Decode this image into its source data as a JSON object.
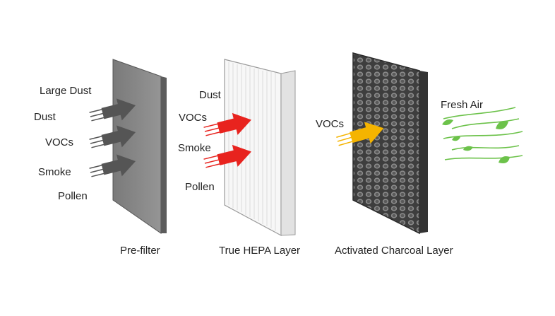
{
  "stages": [
    {
      "caption": "Pre-filter",
      "particles": [
        "Large Dust",
        "Dust",
        "VOCs",
        "Smoke",
        "Pollen"
      ],
      "arrow_color": "#555555"
    },
    {
      "caption": "True HEPA Layer",
      "particles": [
        "Dust",
        "VOCs",
        "Smoke",
        "Pollen"
      ],
      "arrow_color": "#e8231e"
    },
    {
      "caption": "Activated Charcoal Layer",
      "particles": [
        "VOCs"
      ],
      "arrow_color": "#f5b400"
    }
  ],
  "output": {
    "label": "Fresh Air",
    "color": "#6cc24a",
    "icons": [
      "leaf-icon"
    ]
  },
  "colors": {
    "prefilter_panel": "#8a8a8a",
    "hepa_panel": "#f4f4f4",
    "charcoal_panel": "#4a4a4a"
  }
}
